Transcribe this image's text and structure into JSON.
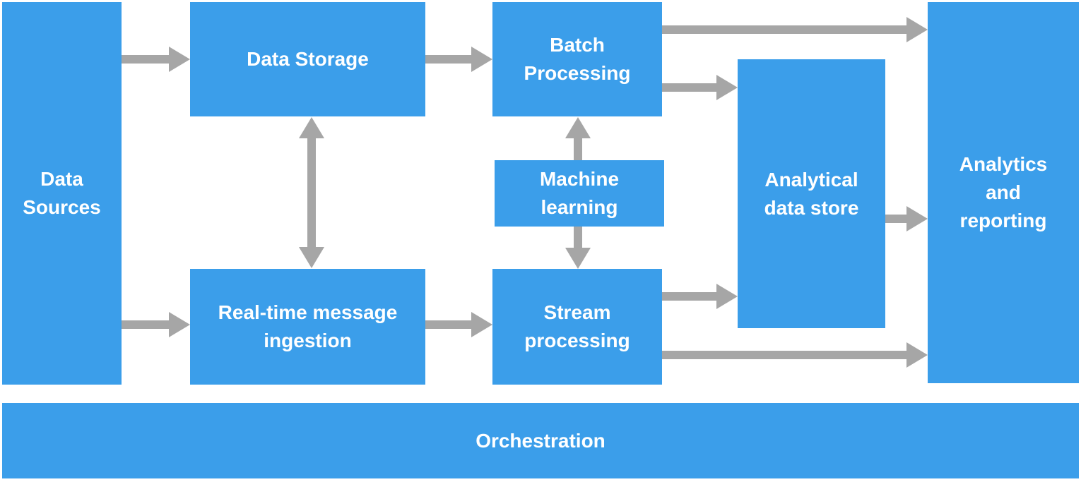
{
  "diagram": {
    "type": "flow-diagram",
    "colors": {
      "node_fill": "#3b9eea",
      "arrow": "#a6a6a6",
      "label_text": "#ffffff",
      "background": "#ffffff"
    },
    "nodes": {
      "data_sources": {
        "label": "Data Sources"
      },
      "data_storage": {
        "label": "Data Storage"
      },
      "batch_processing": {
        "label": "Batch Processing"
      },
      "machine_learning": {
        "label": "Machine learning"
      },
      "real_time_message_ingestion": {
        "label": "Real-time message ingestion"
      },
      "stream_processing": {
        "label": "Stream processing"
      },
      "analytical_data_store": {
        "label": "Analytical data store"
      },
      "analytics_and_reporting": {
        "label": "Analytics and reporting"
      },
      "orchestration": {
        "label": "Orchestration"
      }
    },
    "connections": [
      {
        "from": "data_sources",
        "to": "data_storage",
        "bidirectional": false
      },
      {
        "from": "data_sources",
        "to": "real_time_message_ingestion",
        "bidirectional": false
      },
      {
        "from": "data_storage",
        "to": "real_time_message_ingestion",
        "bidirectional": true
      },
      {
        "from": "data_storage",
        "to": "batch_processing",
        "bidirectional": false
      },
      {
        "from": "batch_processing",
        "to": "analytics_and_reporting",
        "bidirectional": false
      },
      {
        "from": "batch_processing",
        "to": "analytical_data_store",
        "bidirectional": false
      },
      {
        "from": "machine_learning",
        "to": "batch_processing",
        "bidirectional": false
      },
      {
        "from": "machine_learning",
        "to": "stream_processing",
        "bidirectional": false
      },
      {
        "from": "real_time_message_ingestion",
        "to": "stream_processing",
        "bidirectional": false
      },
      {
        "from": "stream_processing",
        "to": "analytical_data_store",
        "bidirectional": false
      },
      {
        "from": "stream_processing",
        "to": "analytics_and_reporting",
        "bidirectional": false
      },
      {
        "from": "analytical_data_store",
        "to": "analytics_and_reporting",
        "bidirectional": false
      }
    ]
  }
}
